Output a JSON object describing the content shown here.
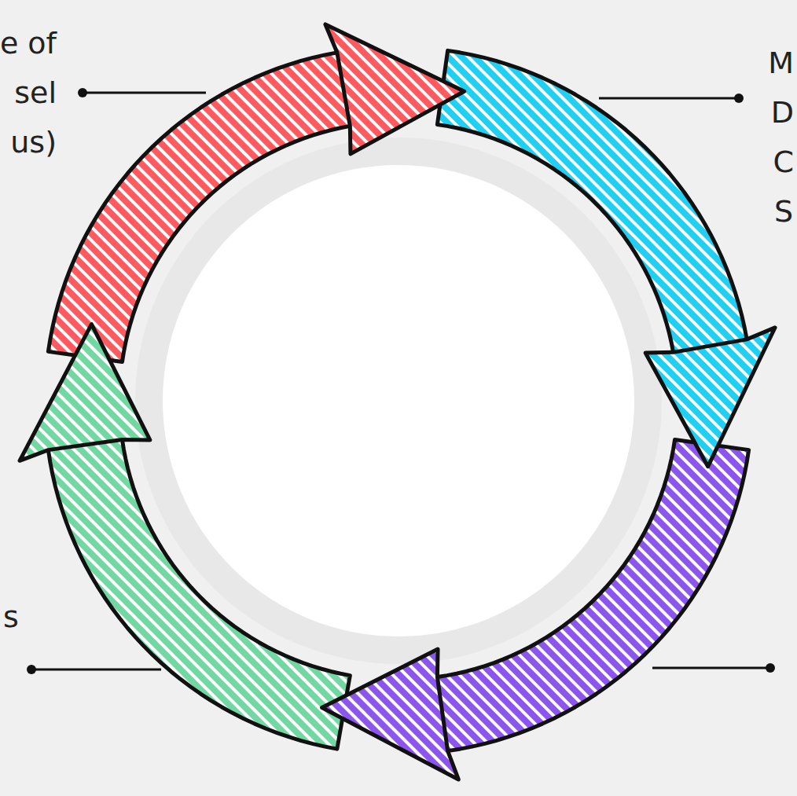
{
  "diagram": {
    "labels": [
      "e of",
      "sel",
      "us)",
      "M",
      "D",
      "C",
      "S",
      "s"
    ]
  }
}
